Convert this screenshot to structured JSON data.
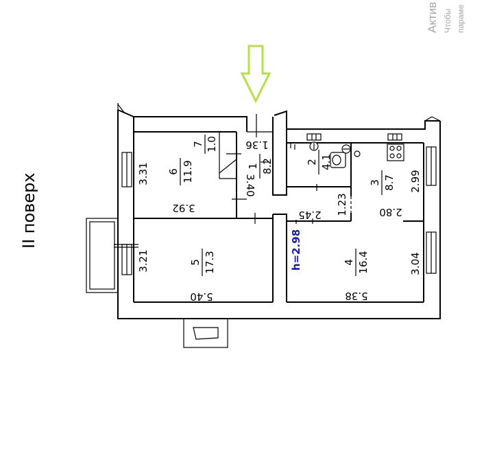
{
  "floor_label": "II поверх",
  "ceiling_height": "h=2.98",
  "watermark": {
    "line1": "Актив",
    "line2": "Чтобы",
    "line3": "параме"
  },
  "rooms": {
    "r1": {
      "num": "1",
      "area": "8.2"
    },
    "r2": {
      "num": "2",
      "area": "4.1"
    },
    "r3": {
      "num": "3",
      "area": "8.7"
    },
    "r4": {
      "num": "4",
      "area": "16.4"
    },
    "r5": {
      "num": "5",
      "area": "17.3"
    },
    "r6": {
      "num": "6",
      "area": "11.9"
    },
    "r7": {
      "num": "7",
      "area": "1.0"
    }
  },
  "dims": {
    "d_1_36": "1.36",
    "d_3_31": "3.31",
    "d_3_92": "3.92",
    "d_3_40": "3.40",
    "d_3_21": "3.21",
    "d_5_40": "5.40",
    "d_2_45": "2.45",
    "d_1_23": "1.23",
    "d_2_80": "2.80",
    "d_2_99": "2.99",
    "d_3_04": "3.04",
    "d_5_38": "5.38"
  },
  "colors": {
    "entry_arrow": "#b6e04a",
    "height_text": "#1a1aa8"
  }
}
